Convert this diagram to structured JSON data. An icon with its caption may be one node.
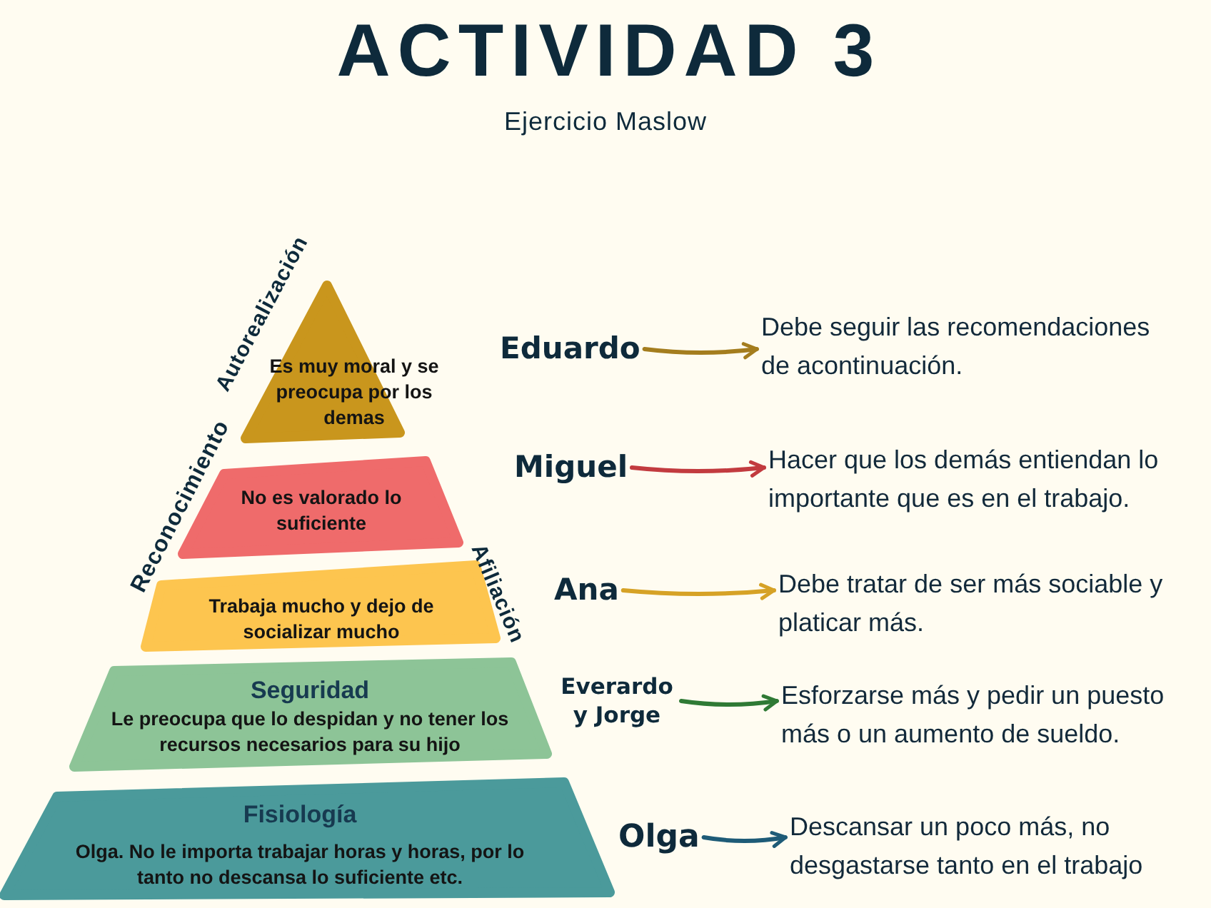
{
  "diagram": {
    "title": "ACTIVIDAD 3",
    "nodes": [
      {
        "text": [
          "Es muy moral y se preocupa por los demas"
        ],
        "beside": [
          "Autorealización"
        ]
      },
      {
        "text": [
          "No es valorado lo suficiente"
        ],
        "beside": [
          "Reconocimiento"
        ]
      },
      {
        "text": [
          "Trabaja mucho y dejo de socializar mucho"
        ],
        "beside": [
          "Afiliación"
        ]
      },
      {
        "text": [
          "Seguridad",
          "Le preocupa que lo despidan y no tener los recursos necesarios para su hijo"
        ]
      },
      {
        "text": [
          "Fisiología",
          "Olga. No le importa trabajar horas y horas, por lo tanto no descansa lo suficiente etc."
        ]
      },
      {
        "text": [
          "Eduardo"
        ]
      },
      {
        "text": [
          "Debe seguir las recomendaciones de acontinuación."
        ]
      },
      {
        "text": [
          "Miguel"
        ]
      },
      {
        "text": [
          "Hacer que los demás entiendan lo importante que es en el trabajo."
        ]
      },
      {
        "text": [
          "Ana"
        ]
      },
      {
        "text": [
          "Debe tratar de ser más sociable y platicar más."
        ]
      },
      {
        "text": [
          "Everardo y Jorge"
        ]
      },
      {
        "text": [
          "Esforzarse más y pedir un puesto más o un aumento de sueldo."
        ]
      },
      {
        "text": [
          "Olga"
        ]
      },
      {
        "text": [
          "Descansar un poco más, no desgastarse tanto en el trabajo"
        ]
      }
    ],
    "edges": [
      {
        "from": 5,
        "to": 6,
        "arrow": "to",
        "color": "#a47d1e"
      },
      {
        "from": 7,
        "to": 8,
        "arrow": "to",
        "color": "#c23b3f"
      },
      {
        "from": 9,
        "to": 10,
        "arrow": "to",
        "color": "#d6a226"
      },
      {
        "from": 11,
        "to": 12,
        "arrow": "to",
        "color": "#2f7a35"
      },
      {
        "from": 13,
        "to": 14,
        "arrow": "to",
        "color": "#1e5b77"
      }
    ],
    "labels": [
      "Ejercicio Maslow"
    ]
  }
}
